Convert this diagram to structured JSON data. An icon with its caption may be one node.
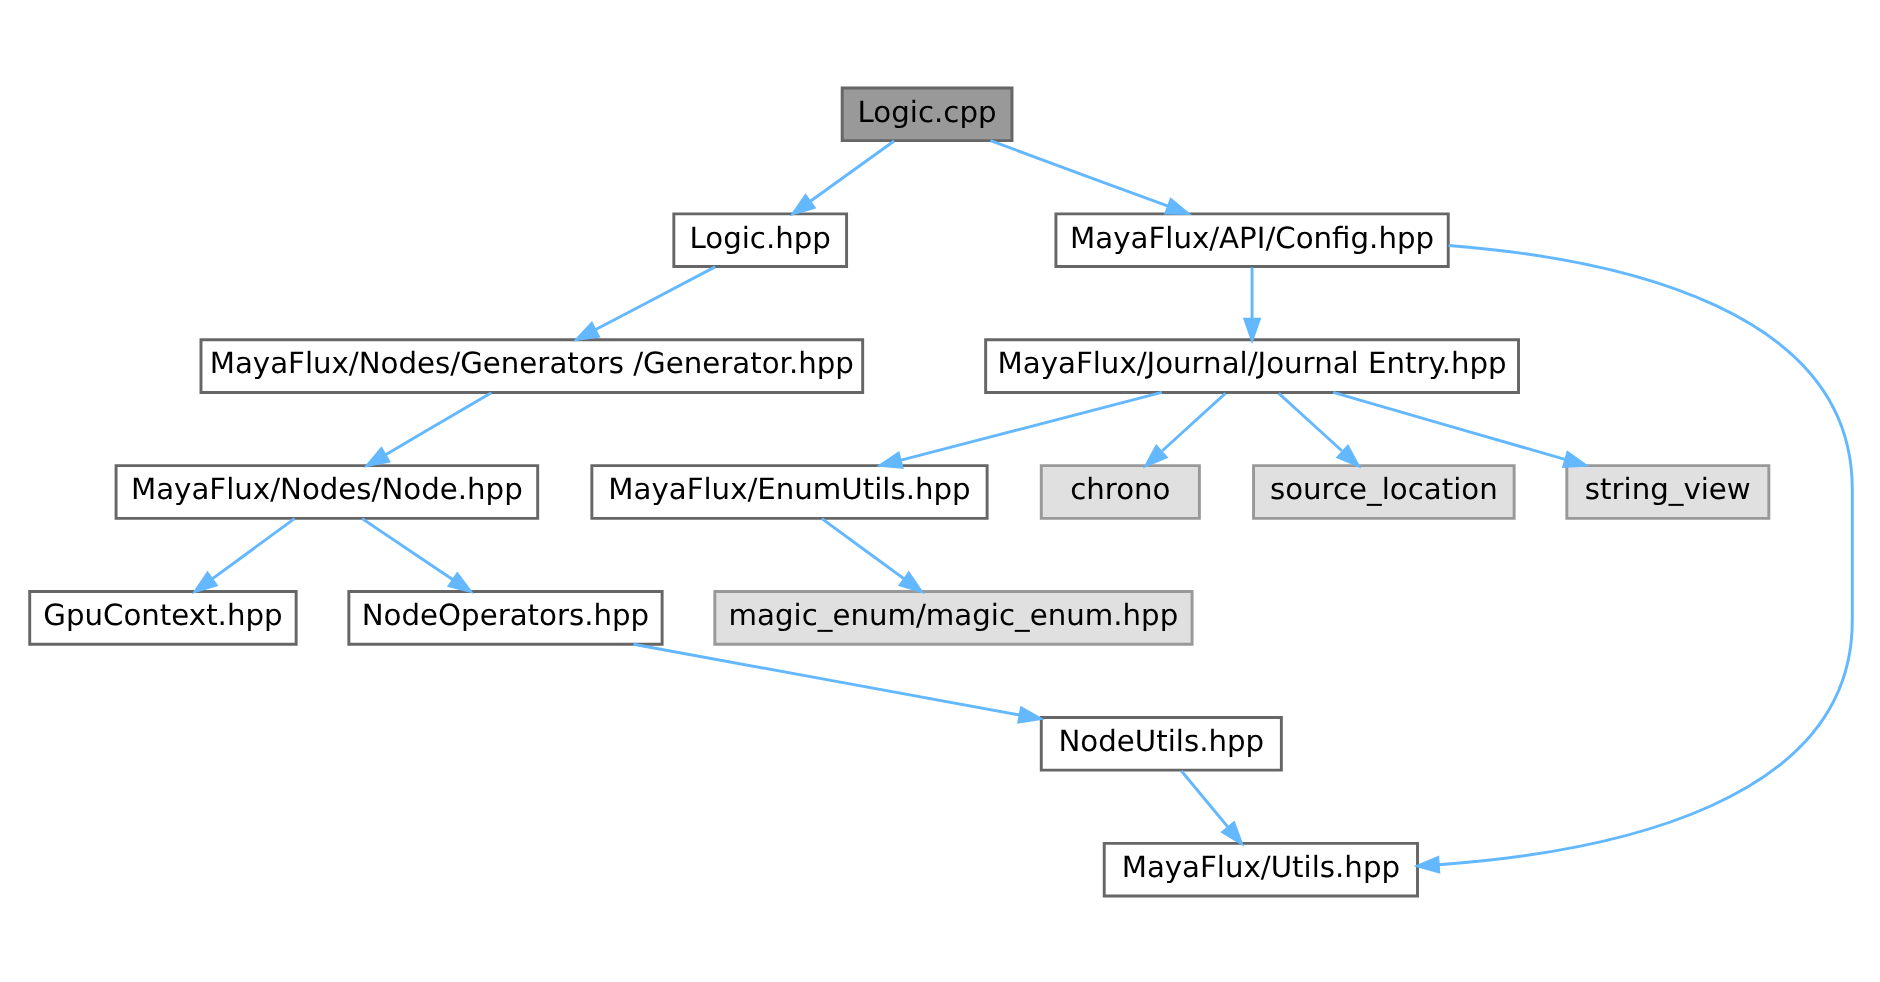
{
  "diagram": {
    "nodes": [
      {
        "text": [
          "Logic.cpp"
        ]
      },
      {
        "text": [
          "Logic.hpp"
        ]
      },
      {
        "text": [
          "MayaFlux/API/Config.hpp"
        ]
      },
      {
        "text": [
          "MayaFlux/Nodes/Generators /Generator.hpp"
        ]
      },
      {
        "text": [
          "MayaFlux/Journal/Journal Entry.hpp"
        ]
      },
      {
        "text": [
          "MayaFlux/Nodes/Node.hpp"
        ]
      },
      {
        "text": [
          "MayaFlux/EnumUtils.hpp"
        ]
      },
      {
        "text": [
          "chrono"
        ]
      },
      {
        "text": [
          "source_location"
        ]
      },
      {
        "text": [
          "string_view"
        ]
      },
      {
        "text": [
          "GpuContext.hpp"
        ]
      },
      {
        "text": [
          "NodeOperators.hpp"
        ]
      },
      {
        "text": [
          "magic_enum/magic_enum.hpp"
        ]
      },
      {
        "text": [
          "NodeUtils.hpp"
        ]
      },
      {
        "text": [
          "MayaFlux/Utils.hpp"
        ]
      }
    ],
    "edges": [
      {
        "from": 0,
        "to": 1,
        "arrow": "to"
      },
      {
        "from": 0,
        "to": 2,
        "arrow": "to"
      },
      {
        "from": 1,
        "to": 3,
        "arrow": "to"
      },
      {
        "from": 2,
        "to": 4,
        "arrow": "to"
      },
      {
        "from": 2,
        "to": 14,
        "arrow": "to"
      },
      {
        "from": 3,
        "to": 5,
        "arrow": "to"
      },
      {
        "from": 4,
        "to": 6,
        "arrow": "to"
      },
      {
        "from": 4,
        "to": 7,
        "arrow": "to"
      },
      {
        "from": 4,
        "to": 8,
        "arrow": "to"
      },
      {
        "from": 4,
        "to": 9,
        "arrow": "to"
      },
      {
        "from": 5,
        "to": 10,
        "arrow": "to"
      },
      {
        "from": 5,
        "to": 11,
        "arrow": "to"
      },
      {
        "from": 6,
        "to": 12,
        "arrow": "to"
      },
      {
        "from": 11,
        "to": 13,
        "arrow": "to"
      },
      {
        "from": 13,
        "to": 14,
        "arrow": "to"
      }
    ]
  }
}
